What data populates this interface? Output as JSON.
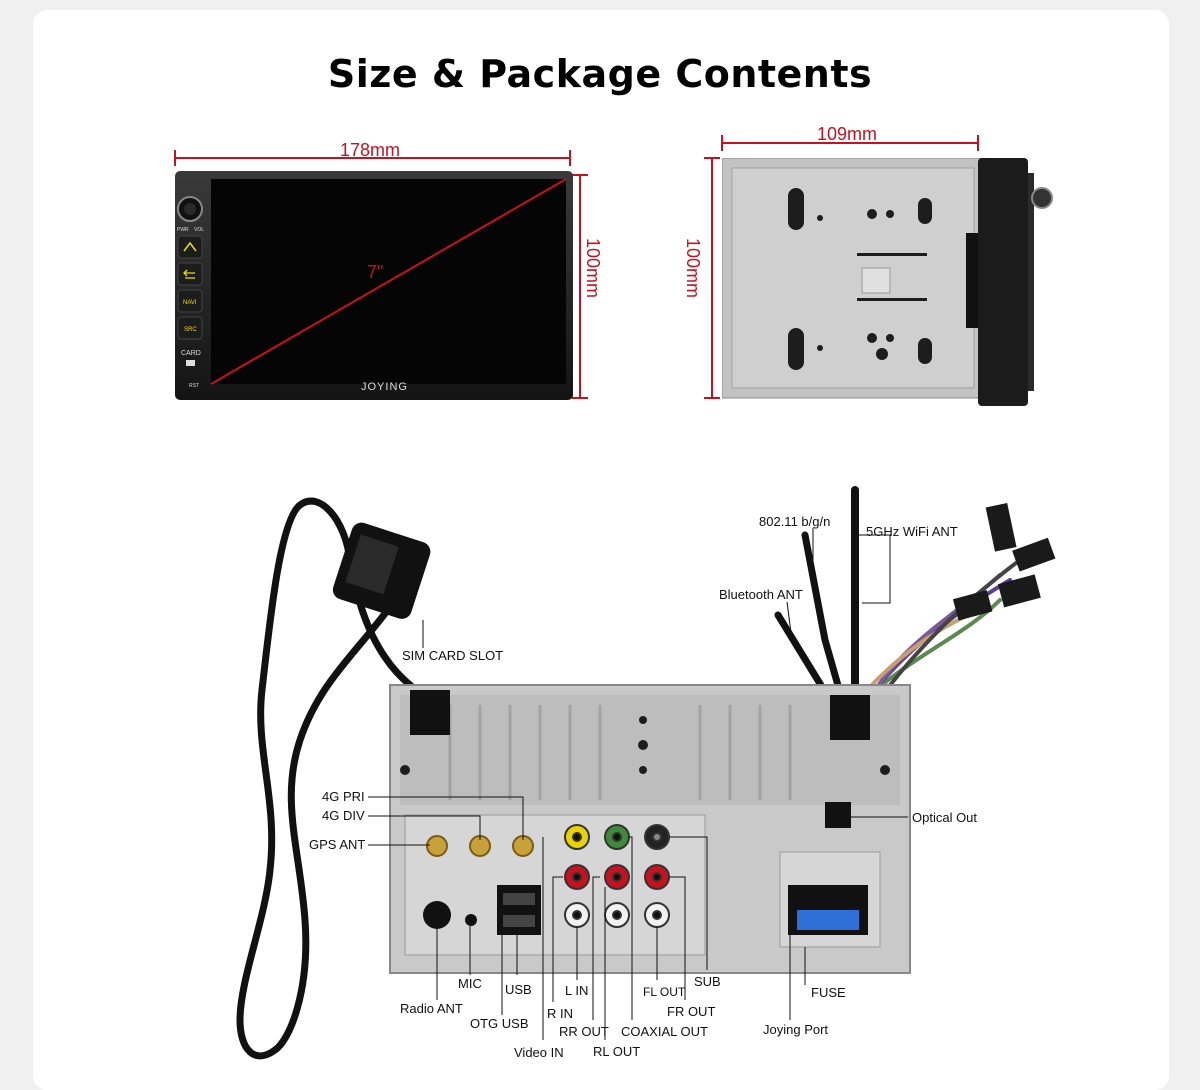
{
  "title": "Size & Package Contents",
  "front_view": {
    "width_label": "178mm",
    "height_label": "100mm",
    "diagonal_label": "7\"",
    "brand": "JOYING",
    "buttons": [
      "PWR  VOL",
      "NAVI",
      "SRC",
      "CARD",
      "RST"
    ]
  },
  "side_view": {
    "depth_label": "109mm",
    "height_label": "100mm"
  },
  "rear_labels": {
    "sim_card_slot": "SIM CARD SLOT",
    "wifi_bgn": "802.11 b/g/n",
    "wifi_5ghz": "5GHz WiFi ANT",
    "bluetooth_ant": "Bluetooth ANT",
    "pri_4g": "4G PRI",
    "div_4g": "4G DIV",
    "gps_ant": "GPS ANT",
    "optical_out": "Optical Out",
    "mic": "MIC",
    "radio_ant": "Radio ANT",
    "usb": "USB",
    "otg_usb": "OTG USB",
    "video_in": "Video IN",
    "l_in": "L IN",
    "r_in": "R IN",
    "rr_out": "RR OUT",
    "rl_out": "RL OUT",
    "fl_out": "FL OUT",
    "coaxial_out": "COAXIAL OUT",
    "fr_out": "FR OUT",
    "sub": "SUB",
    "fuse": "FUSE",
    "joying_port": "Joying Port"
  },
  "colors": {
    "dimension_red": "#c8101e",
    "panel_grey": "#c9c9c9",
    "cable_black": "#111111"
  }
}
